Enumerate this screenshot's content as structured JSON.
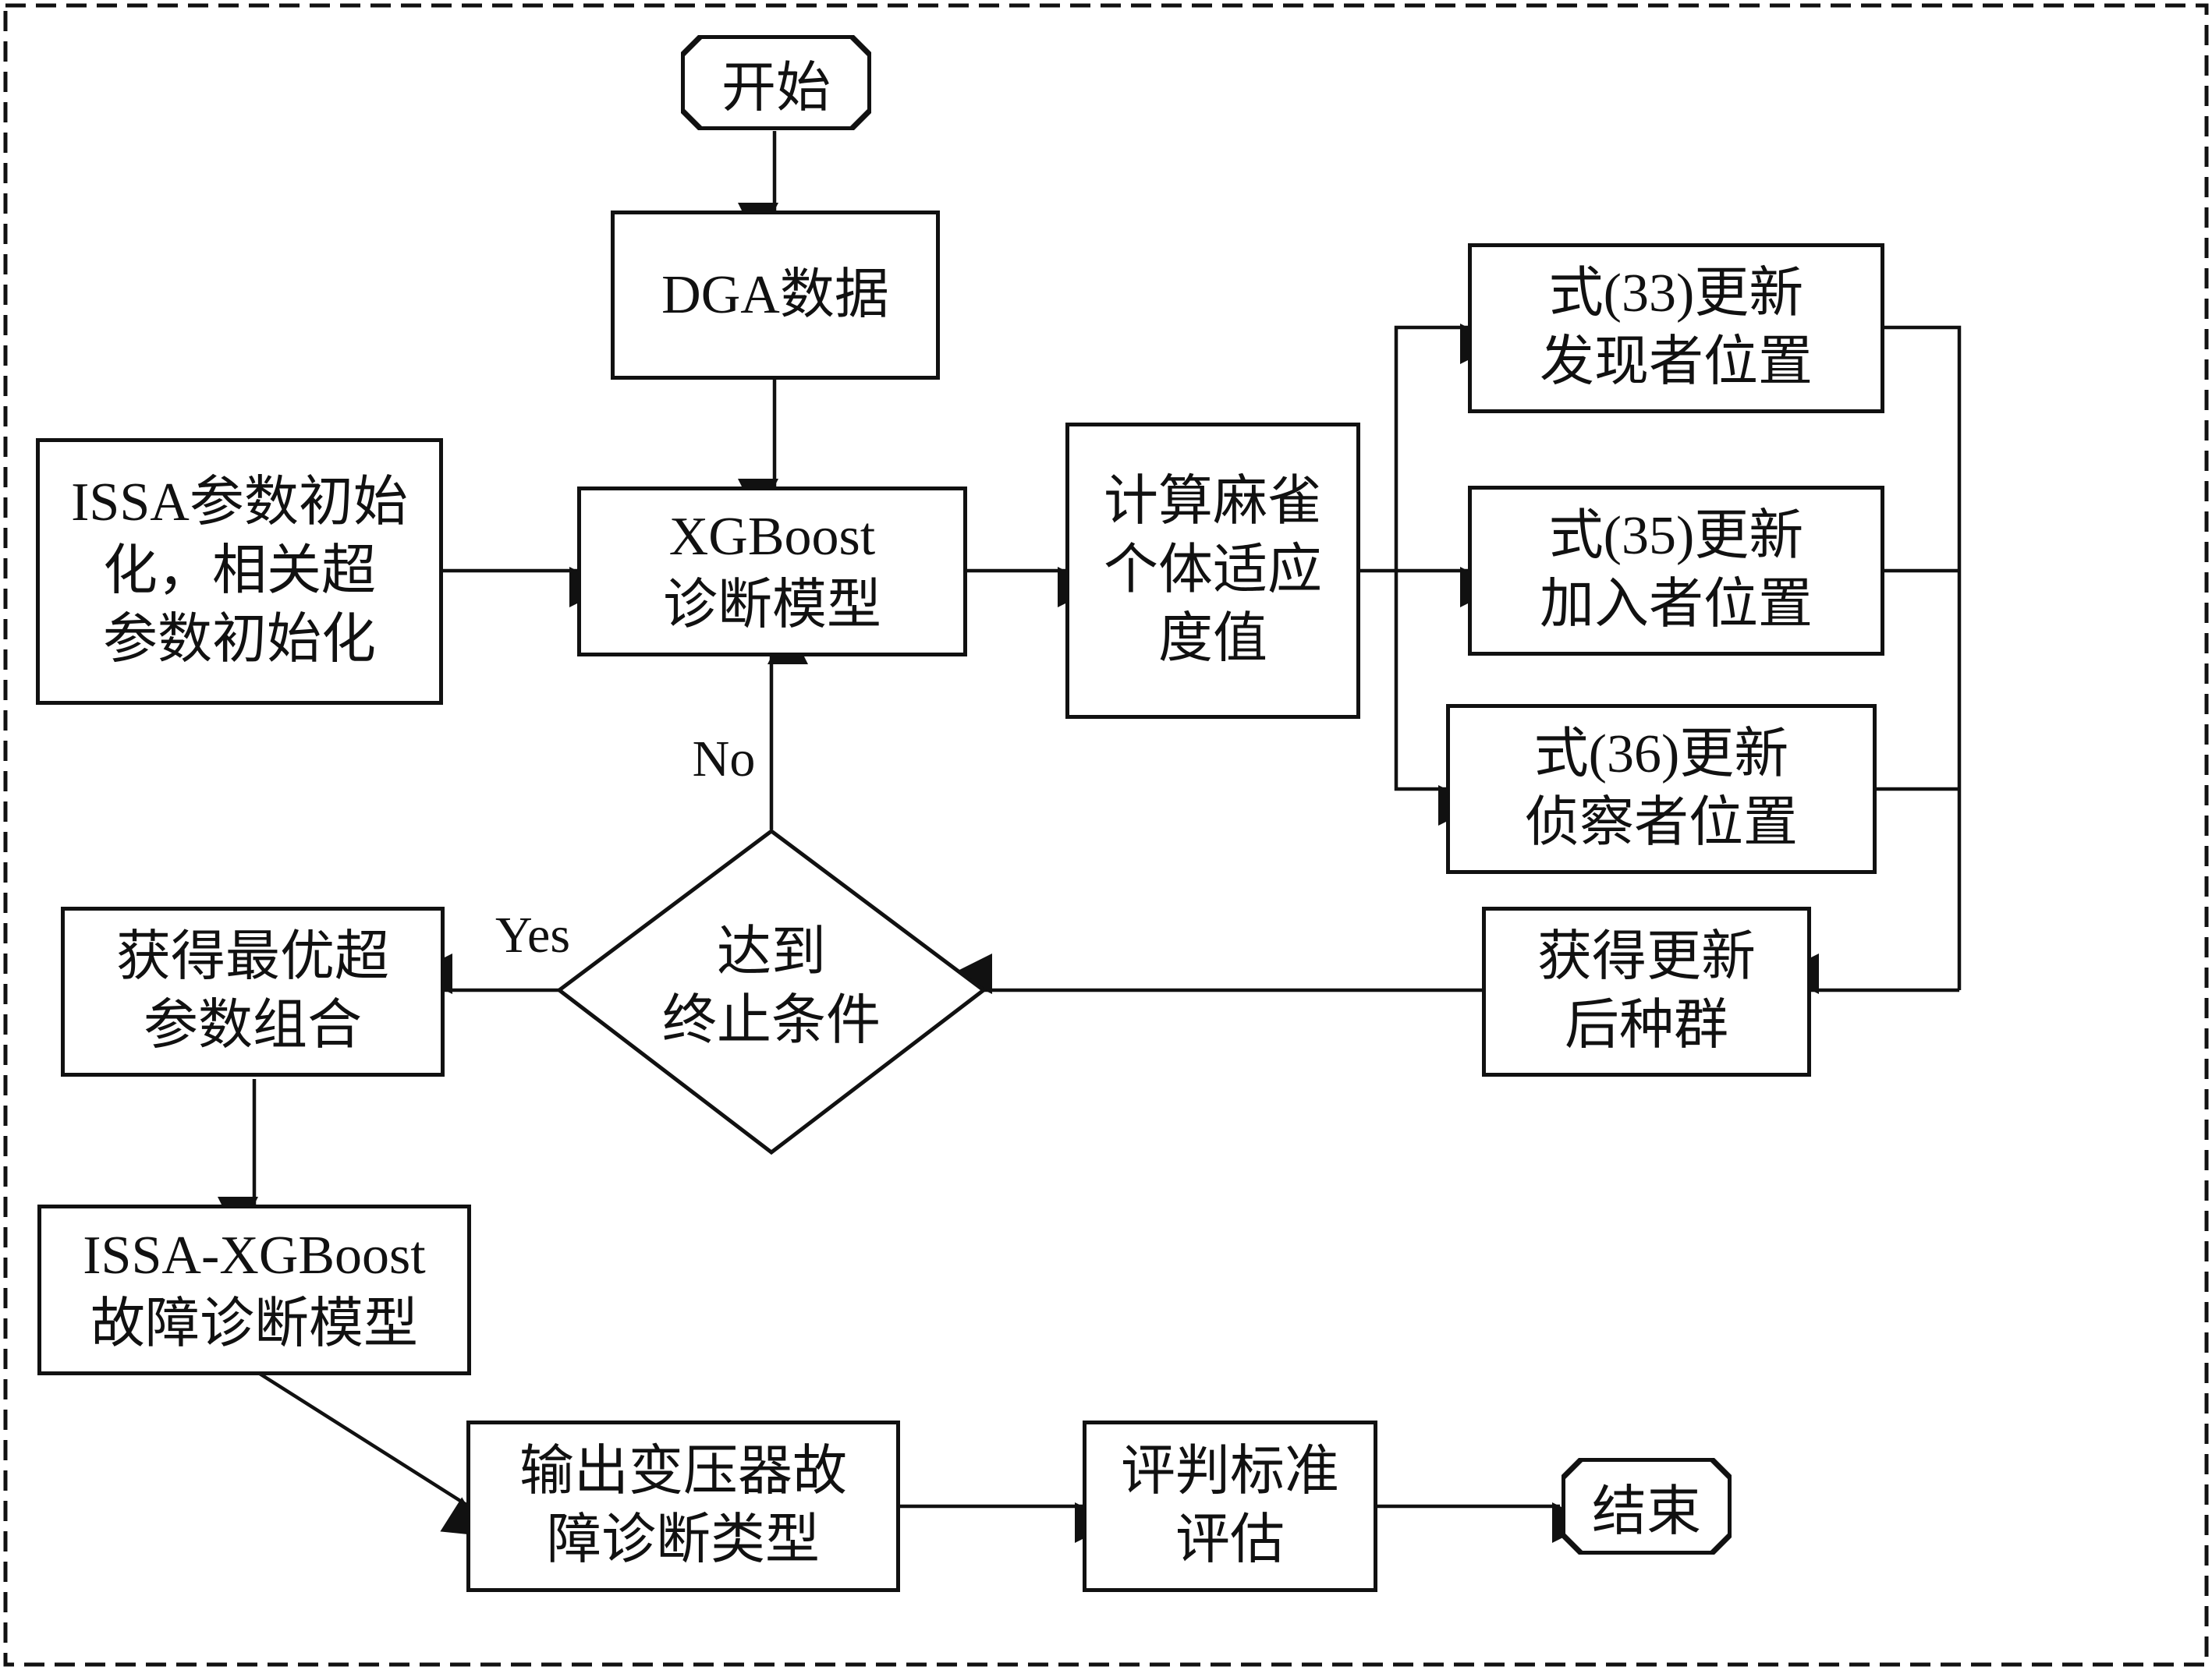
{
  "flowchart": {
    "start": "开始",
    "end": "结束",
    "dga_data": "DGA数据",
    "issa_init": [
      "ISSA参数初始",
      "化，相关超",
      "参数初始化"
    ],
    "xgboost_model": [
      "XGBoost",
      "诊断模型"
    ],
    "fitness": [
      "计算麻雀",
      "个体适应",
      "度值"
    ],
    "update_discoverer": [
      "式(33)更新",
      "发现者位置"
    ],
    "update_joiner": [
      "式(35)更新",
      "加入者位置"
    ],
    "update_scout": [
      "式(36)更新",
      "侦察者位置"
    ],
    "updated_population": [
      "获得更新",
      "后种群"
    ],
    "decision": [
      "达到",
      "终止条件"
    ],
    "decision_no": "No",
    "decision_yes": "Yes",
    "best_params": [
      "获得最优超",
      "参数组合"
    ],
    "final_model": [
      "ISSA-XGBoost",
      "故障诊断模型"
    ],
    "output": [
      "输出变压器故",
      "障诊断类型"
    ],
    "evaluation": [
      "评判标准",
      "评估"
    ]
  },
  "colors": {
    "stroke": "#111111",
    "background": "#ffffff"
  }
}
